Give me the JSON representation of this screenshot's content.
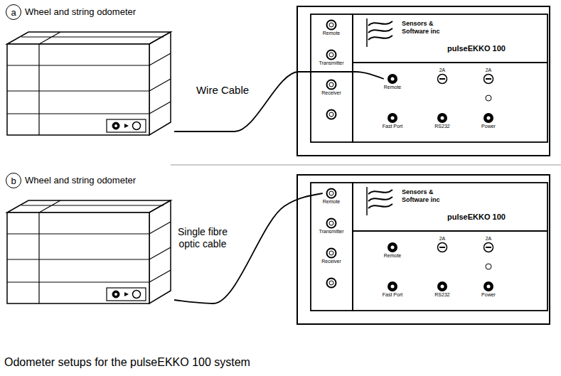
{
  "diagram": {
    "caption": "Odometer setups for the pulseEKKO 100 system",
    "nodes": [
      {
        "text": [
          "a"
        ]
      },
      {
        "text": [
          "Wheel and string odometer"
        ]
      },
      {
        "text": [
          "Sensors & Software inc",
          "pulseEKKO 100"
        ]
      },
      {
        "text": [
          "Remote"
        ],
        "in": 2
      },
      {
        "text": [
          "Transmitter"
        ],
        "in": 2
      },
      {
        "text": [
          "Receiver"
        ],
        "in": 2
      },
      {
        "text": [
          "Remote"
        ],
        "in": 2
      },
      {
        "text": [
          "2A"
        ],
        "in": 2
      },
      {
        "text": [
          "2A"
        ],
        "in": 2
      },
      {
        "text": [
          "Fast Port"
        ],
        "in": 2
      },
      {
        "text": [
          "RS232"
        ],
        "in": 2
      },
      {
        "text": [
          "Power"
        ],
        "in": 2
      },
      {
        "text": [
          "b"
        ]
      },
      {
        "text": [
          "Wheel and string odometer"
        ]
      },
      {
        "text": [
          "Sensors & Software inc",
          "pulseEKKO 100"
        ]
      },
      {
        "text": [
          "Remote"
        ],
        "in": 14
      },
      {
        "text": [
          "Transmitter"
        ],
        "in": 14
      },
      {
        "text": [
          "Receiver"
        ],
        "in": 14
      },
      {
        "text": [
          "Remote"
        ],
        "in": 14
      },
      {
        "text": [
          "2A"
        ],
        "in": 14
      },
      {
        "text": [
          "2A"
        ],
        "in": 14
      },
      {
        "text": [
          "Fast Port"
        ],
        "in": 14
      },
      {
        "text": [
          "RS232"
        ],
        "in": 14
      },
      {
        "text": [
          "Power"
        ],
        "in": 14
      }
    ],
    "edges": [
      {
        "from": 1,
        "to": 6,
        "label": "Wire Cable",
        "arrow": "none"
      },
      {
        "from": 13,
        "to": 15,
        "label": "Single fibre optic cable",
        "arrow": "none"
      }
    ]
  }
}
